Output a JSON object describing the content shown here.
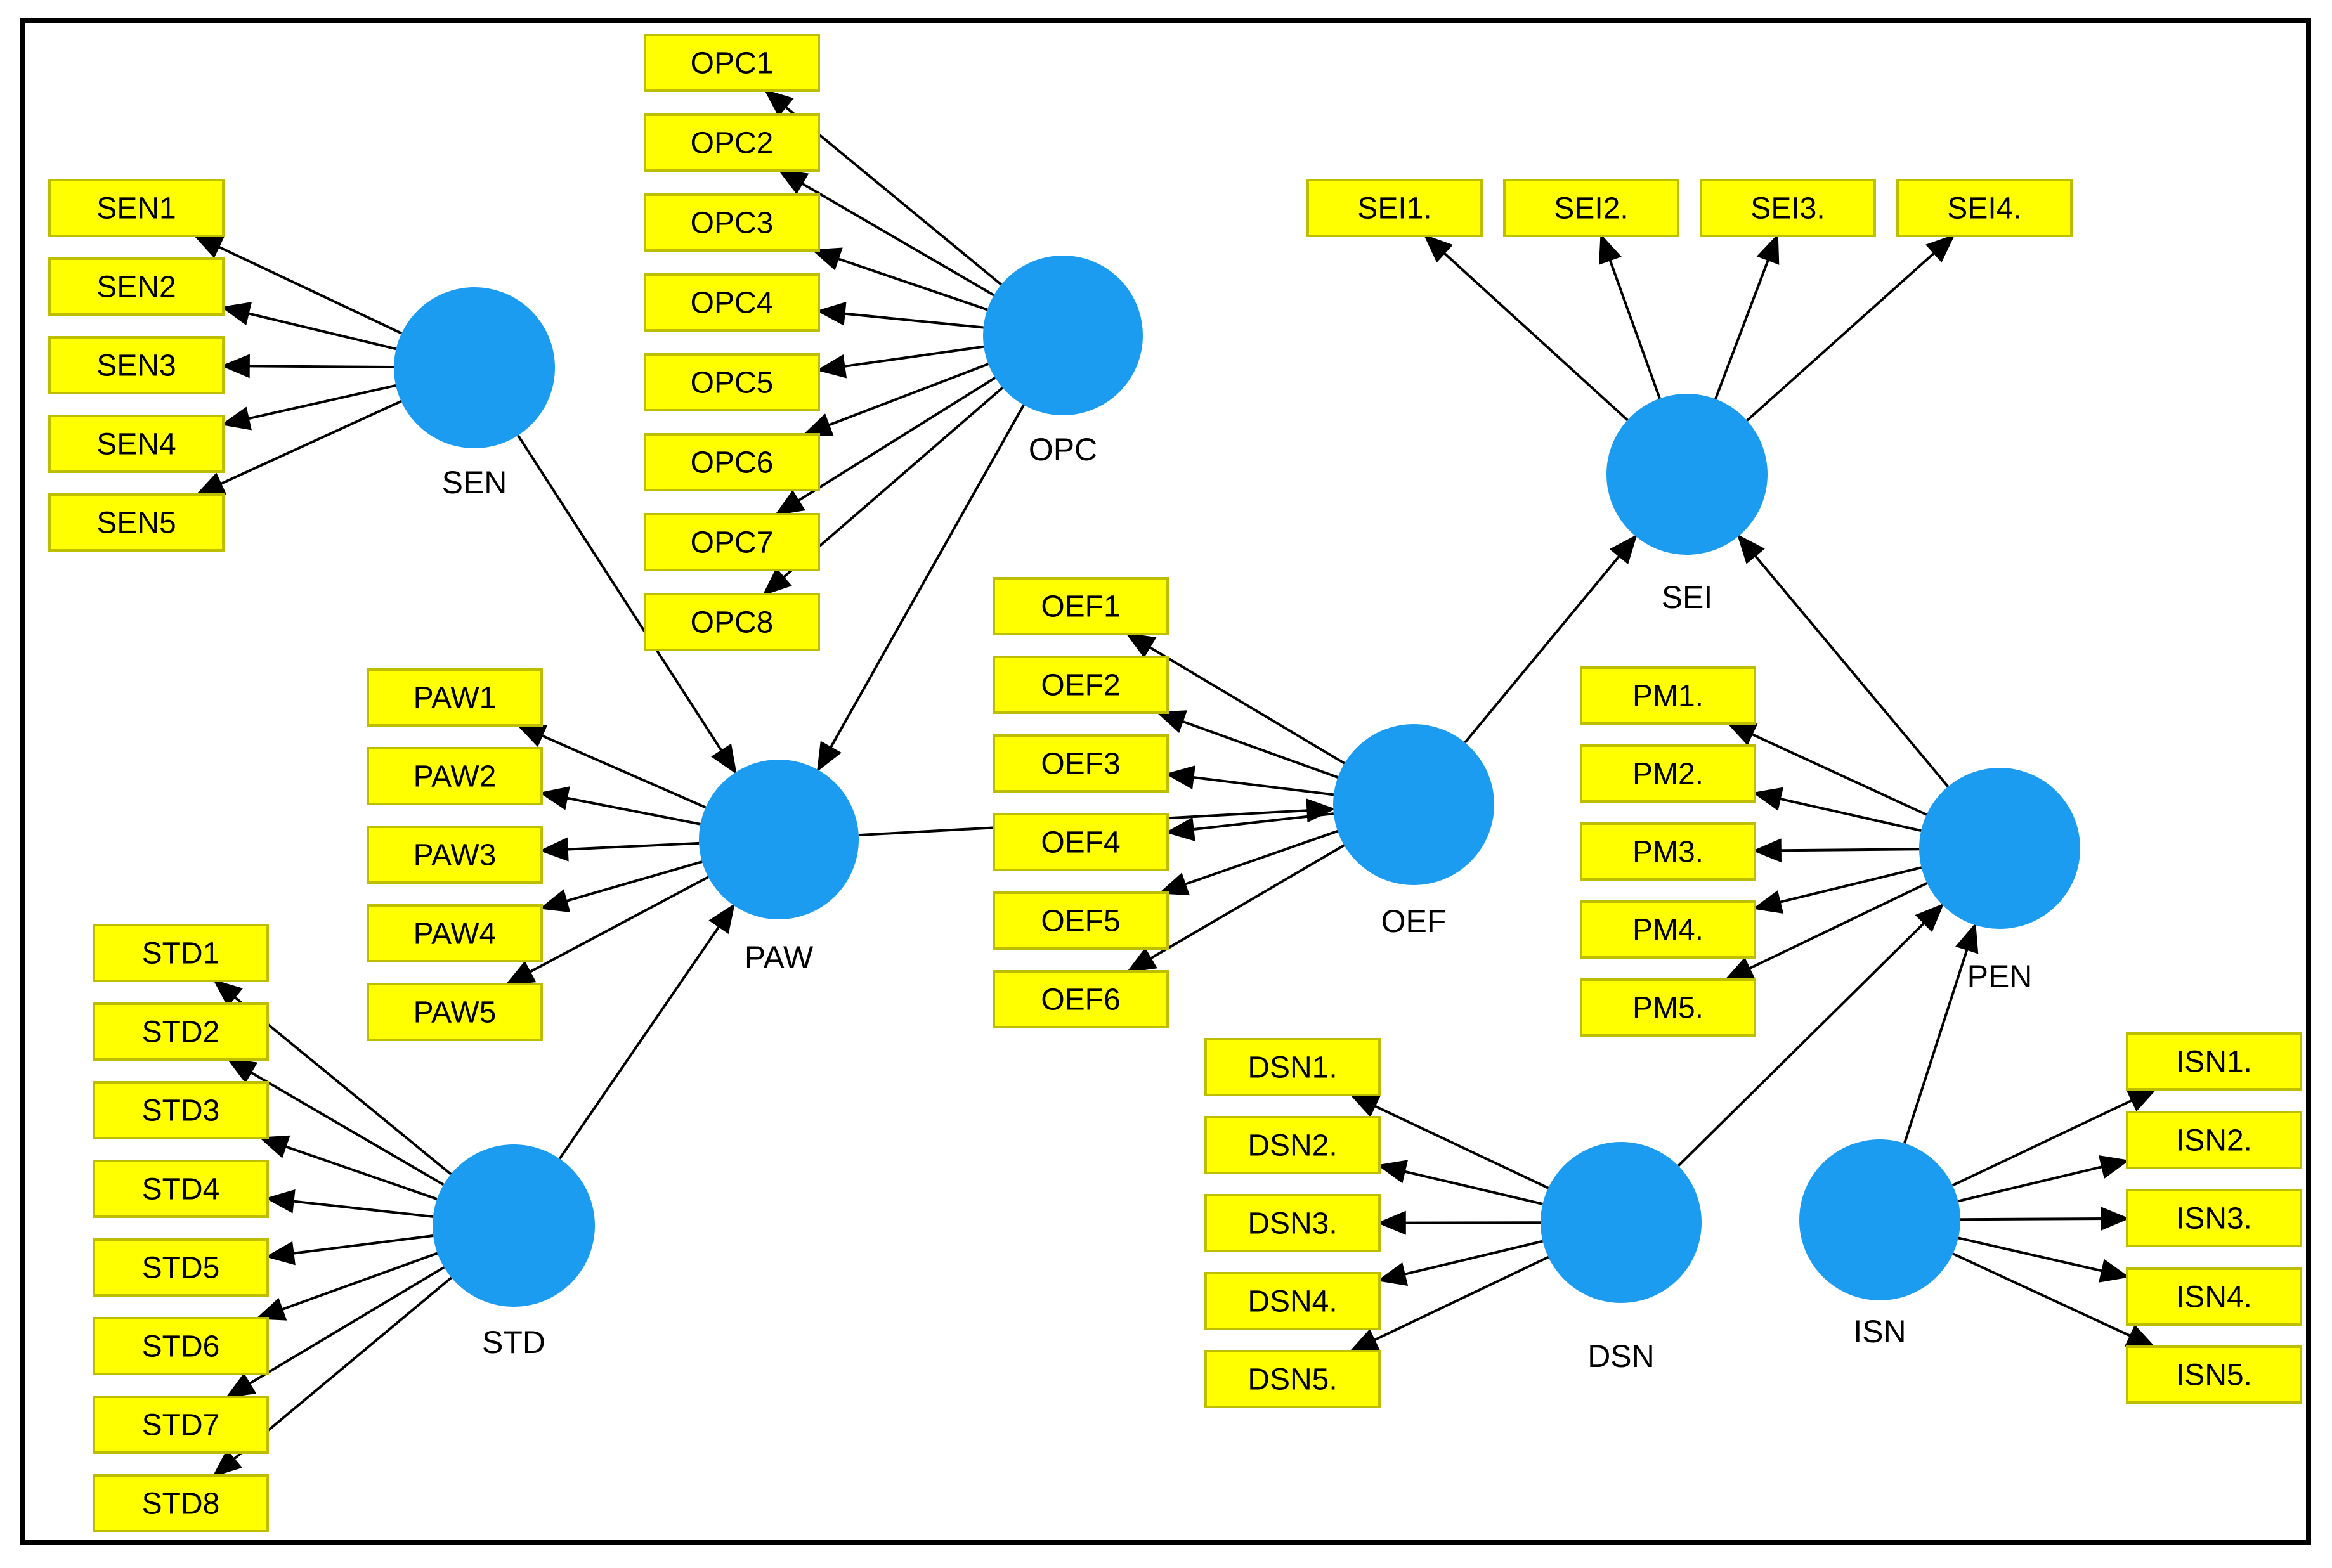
{
  "diagram": {
    "type": "sem-path-model",
    "constructs": [
      {
        "id": "SEN",
        "label": "SEN",
        "indicators": [
          "SEN1",
          "SEN2",
          "SEN3",
          "SEN4",
          "SEN5"
        ]
      },
      {
        "id": "OPC",
        "label": "OPC",
        "indicators": [
          "OPC1",
          "OPC2",
          "OPC3",
          "OPC4",
          "OPC5",
          "OPC6",
          "OPC7",
          "OPC8"
        ]
      },
      {
        "id": "PAW",
        "label": "PAW",
        "indicators": [
          "PAW1",
          "PAW2",
          "PAW3",
          "PAW4",
          "PAW5"
        ]
      },
      {
        "id": "STD",
        "label": "STD",
        "indicators": [
          "STD1",
          "STD2",
          "STD3",
          "STD4",
          "STD5",
          "STD6",
          "STD7",
          "STD8"
        ]
      },
      {
        "id": "OEF",
        "label": "OEF",
        "indicators": [
          "OEF1",
          "OEF2",
          "OEF3",
          "OEF4",
          "OEF5",
          "OEF6"
        ]
      },
      {
        "id": "SEI",
        "label": "SEI",
        "indicators": [
          "SEI1.",
          "SEI2.",
          "SEI3.",
          "SEI4."
        ]
      },
      {
        "id": "PEN",
        "label": "PEN",
        "indicators": [
          "PM1.",
          "PM2.",
          "PM3.",
          "PM4.",
          "PM5."
        ]
      },
      {
        "id": "DSN",
        "label": "DSN",
        "indicators": [
          "DSN1.",
          "DSN2.",
          "DSN3.",
          "DSN4.",
          "DSN5."
        ]
      },
      {
        "id": "ISN",
        "label": "ISN",
        "indicators": [
          "ISN1.",
          "ISN2.",
          "ISN3.",
          "ISN4.",
          "ISN5."
        ]
      }
    ],
    "paths": [
      {
        "from": "SEN",
        "to": "PAW"
      },
      {
        "from": "OPC",
        "to": "PAW"
      },
      {
        "from": "STD",
        "to": "PAW"
      },
      {
        "from": "PAW",
        "to": "OEF"
      },
      {
        "from": "OEF",
        "to": "SEI"
      },
      {
        "from": "PEN",
        "to": "SEI"
      },
      {
        "from": "DSN",
        "to": "PEN"
      },
      {
        "from": "ISN",
        "to": "PEN"
      }
    ],
    "colors": {
      "construct_fill": "#1B9CF0",
      "indicator_fill": "#FFFF00",
      "indicator_border": "#BEBE00",
      "arrow": "#000000",
      "frame": "#000000",
      "background": "#FFFFFF",
      "text": "#000000"
    }
  }
}
